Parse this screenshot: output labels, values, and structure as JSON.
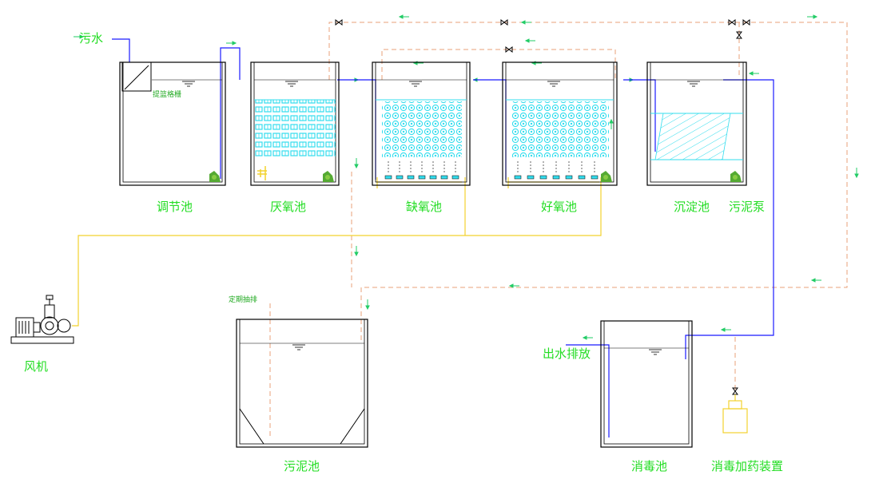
{
  "labels": {
    "sewage_inlet": "污水",
    "screen": "提篮格栅",
    "equalization_tank": "调节池",
    "anaerobic_tank": "厌氧池",
    "anoxic_tank": "缺氧池",
    "aerobic_tank": "好氧池",
    "sedimentation_tank": "沉淀池",
    "sludge_pump": "污泥泵",
    "blower": "风机",
    "periodic_pumping": "定期抽排",
    "sludge_tank": "污泥池",
    "effluent_discharge": "出水排放",
    "disinfection_tank": "消毒池",
    "disinfectant_dosing": "消毒加药装置"
  },
  "colors": {
    "tank_outline": "#000000",
    "water_pipe": "#1a1aff",
    "air_pipe": "#f2d22e",
    "return_pipe": "#e8a07a",
    "media_fill": "#33ddee",
    "flow_arrow": "#22cc66",
    "label_text": "#22dd22",
    "pump": "#55aa33"
  },
  "icons": [
    "valve-icon",
    "pump-icon",
    "blower-icon",
    "dosing-device-icon",
    "flow-arrow-icon"
  ]
}
